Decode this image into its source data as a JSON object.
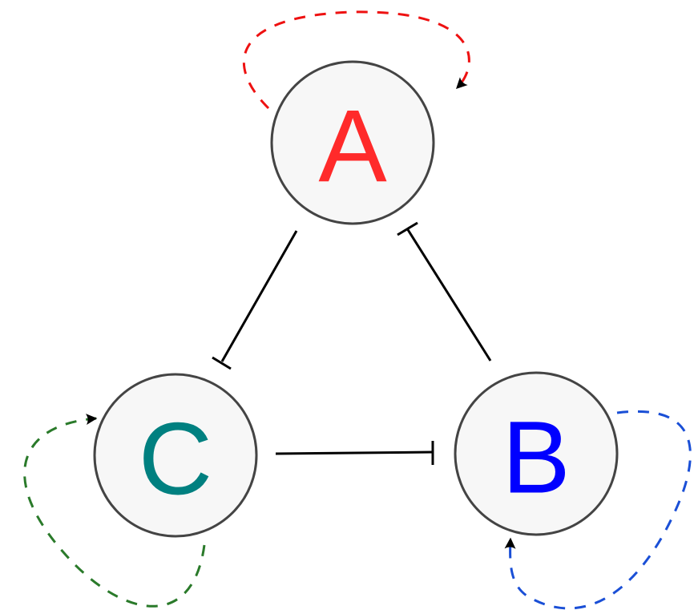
{
  "diagram": {
    "type": "gene regulatory network",
    "nodes": [
      {
        "id": "A",
        "label": "A",
        "color": "#ff2a2a"
      },
      {
        "id": "B",
        "label": "B",
        "color": "#0000ff"
      },
      {
        "id": "C",
        "label": "C",
        "color": "#008080"
      }
    ],
    "edges": [
      {
        "from": "A",
        "to": "C",
        "type": "inhibition"
      },
      {
        "from": "C",
        "to": "B",
        "type": "inhibition"
      },
      {
        "from": "B",
        "to": "A",
        "type": "inhibition"
      }
    ],
    "self_loops": [
      {
        "node": "A",
        "type": "activation",
        "style": "dashed",
        "color": "#ee1111"
      },
      {
        "node": "B",
        "type": "activation",
        "style": "dashed",
        "color": "#1a4fd6"
      },
      {
        "node": "C",
        "type": "activation",
        "style": "dashed",
        "color": "#2a7a2a"
      }
    ]
  }
}
